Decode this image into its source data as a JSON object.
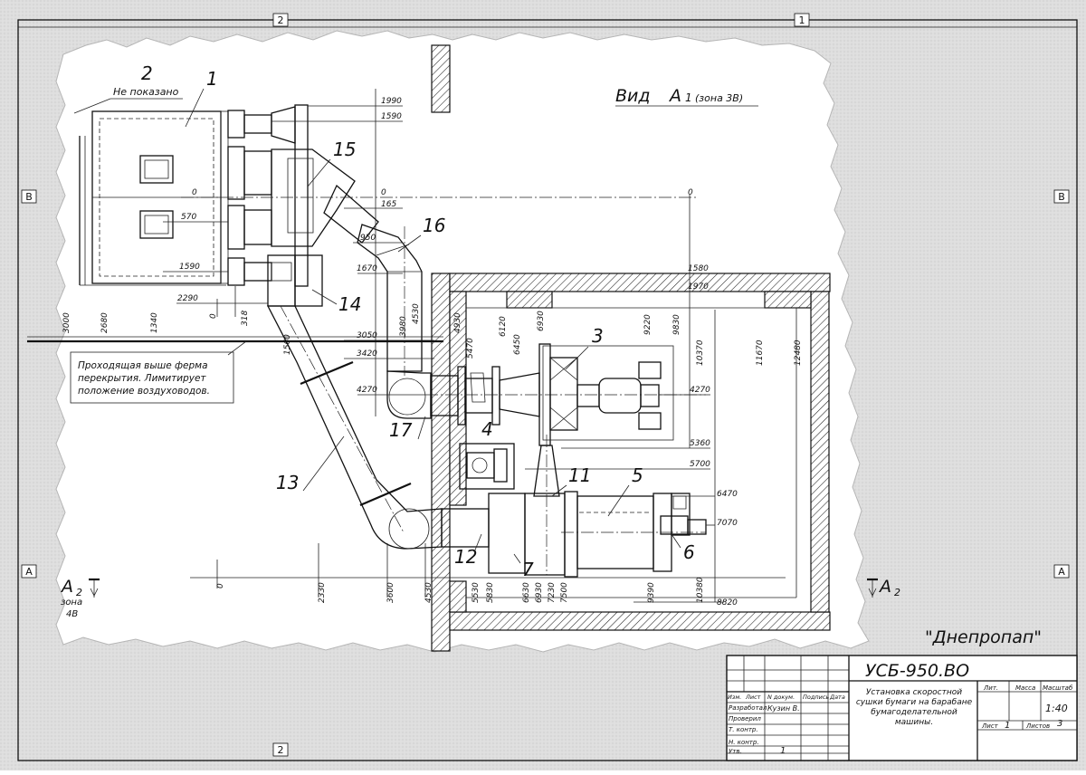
{
  "view": {
    "title": "Вид",
    "letter": "А",
    "sub": "1",
    "zone": "(зона 3В)"
  },
  "section_marks": {
    "left": {
      "letter": "А",
      "sub": "2",
      "zone_label": "зона",
      "zone_value": "4В"
    },
    "right": {
      "letter": "А",
      "sub": "2"
    }
  },
  "grid_refs": {
    "top": [
      "2",
      "1"
    ],
    "bottom": [
      "2"
    ],
    "left": [
      "В",
      "А"
    ],
    "right": [
      "В",
      "А"
    ]
  },
  "notes": {
    "not_shown": "Не показано",
    "truss_note": [
      "Проходящая выше ферма",
      "перекрытия. Лимитирует",
      "положение воздуховодов."
    ]
  },
  "positions": [
    "1",
    "2",
    "3",
    "4",
    "5",
    "6",
    "7",
    "11",
    "12",
    "13",
    "14",
    "15",
    "16",
    "17"
  ],
  "dimensions": {
    "right_column": [
      "1990",
      "1590",
      "0",
      "165",
      "950",
      "1670",
      "3050",
      "3420",
      "4270"
    ],
    "left_column": [
      "0",
      "570",
      "1590",
      "2290"
    ],
    "far_right": [
      "0",
      "1580",
      "1970",
      "4270",
      "5360",
      "5700",
      "6470",
      "7070",
      "8820"
    ],
    "vertical_left": [
      "3000",
      "2680",
      "1340",
      "0",
      "318",
      "1560"
    ],
    "vertical_mid": [
      "3980",
      "4530",
      "4930",
      "5470",
      "6120",
      "6450",
      "6930",
      "9220",
      "9830",
      "10370",
      "11670",
      "12480"
    ],
    "vertical_bottom": [
      "0",
      "2330",
      "3600",
      "4530",
      "5530",
      "5830",
      "6630",
      "6930",
      "7230",
      "7500",
      "9390",
      "10380"
    ]
  },
  "company": "\"Днепропап\"",
  "title_block": {
    "code": "УСБ-950.ВО",
    "description": [
      "Установка скоростной",
      "сушки бумаги на барабане",
      "бумагоделательной",
      "машины."
    ],
    "headers": {
      "izm": "Изм.",
      "list": "Лист",
      "doc": "N докум.",
      "sign": "Подпись",
      "date": "Дата"
    },
    "roles": {
      "developed": "Разработал",
      "checked": "Проверил",
      "t_control": "Т. контр.",
      "n_control": "Н. контр.",
      "approved": "Утв."
    },
    "developer_name": "Кузин В.",
    "lit": "Лит.",
    "mass": "Масса",
    "scale_label": "Масштаб",
    "scale": "1:40",
    "sheet_label": "Лист",
    "sheet": "1",
    "sheets_label": "Листов",
    "sheets": "3",
    "extra_cell": "1"
  }
}
